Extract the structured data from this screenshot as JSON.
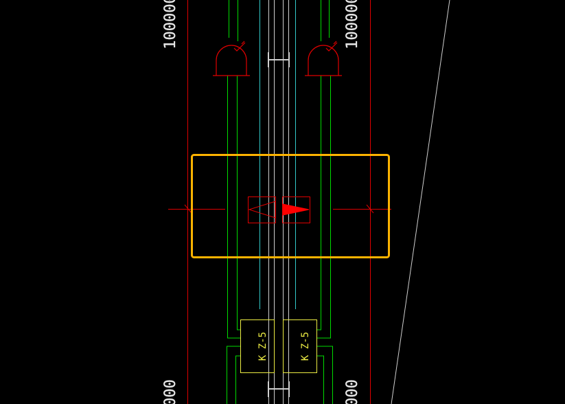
{
  "drawing": {
    "dimension_labels": {
      "top_left": "100000",
      "top_right": "100000",
      "bottom_left": "000",
      "bottom_right": "000"
    },
    "box_labels": {
      "left": "K Z-5",
      "right": "K Z-5"
    }
  },
  "colors": {
    "background": "#000000",
    "track_red": "#e00000",
    "green_line": "#00dd00",
    "cyan_line": "#33cccc",
    "white_line": "#d0d0d0",
    "selection": "#ffb300",
    "box_yellow": "#eeee44",
    "arrow_fill": "#ff0000"
  }
}
